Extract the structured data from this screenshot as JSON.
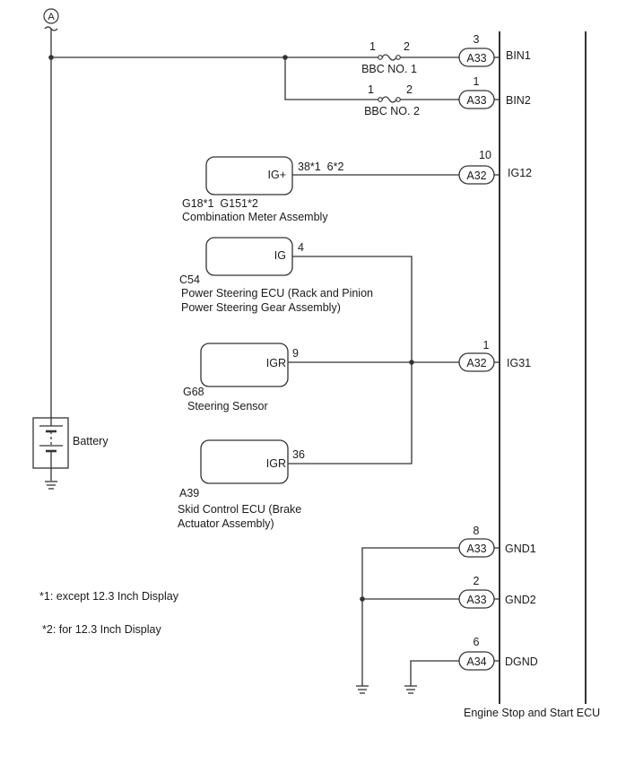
{
  "connection_marker": "A",
  "battery_label": "Battery",
  "ecu_name": "Engine Stop and Start ECU",
  "fuses": [
    {
      "name": "BBC NO. 1",
      "pin_in": "1",
      "pin_out": "2"
    },
    {
      "name": "BBC NO. 2",
      "pin_in": "1",
      "pin_out": "2"
    }
  ],
  "ecu_connectors": [
    {
      "connector": "A33",
      "pin": "3",
      "terminal": "BIN1"
    },
    {
      "connector": "A33",
      "pin": "1",
      "terminal": "BIN2"
    },
    {
      "connector": "A32",
      "pin": "10",
      "terminal": "IG12"
    },
    {
      "connector": "A32",
      "pin": "1",
      "terminal": "IG31"
    },
    {
      "connector": "A33",
      "pin": "8",
      "terminal": "GND1"
    },
    {
      "connector": "A33",
      "pin": "2",
      "terminal": "GND2"
    },
    {
      "connector": "A34",
      "pin": "6",
      "terminal": "DGND"
    }
  ],
  "components": [
    {
      "terminal": "IG+",
      "pins": "38*1  6*2",
      "code": "G18*1  G151*2",
      "name_lines": [
        "Combination Meter Assembly"
      ]
    },
    {
      "terminal": "IG",
      "pins": "4",
      "code": "C54",
      "name_lines": [
        "Power Steering ECU (Rack and Pinion",
        "Power Steering Gear Assembly)"
      ]
    },
    {
      "terminal": "IGR",
      "pins": "9",
      "code": "G68",
      "name_lines": [
        "Steering Sensor"
      ]
    },
    {
      "terminal": "IGR",
      "pins": "36",
      "code": "A39",
      "name_lines": [
        "Skid Control ECU (Brake",
        "Actuator Assembly)"
      ]
    }
  ],
  "notes": [
    "*1: except 12.3 Inch Display",
    "*2: for 12.3 Inch Display"
  ]
}
